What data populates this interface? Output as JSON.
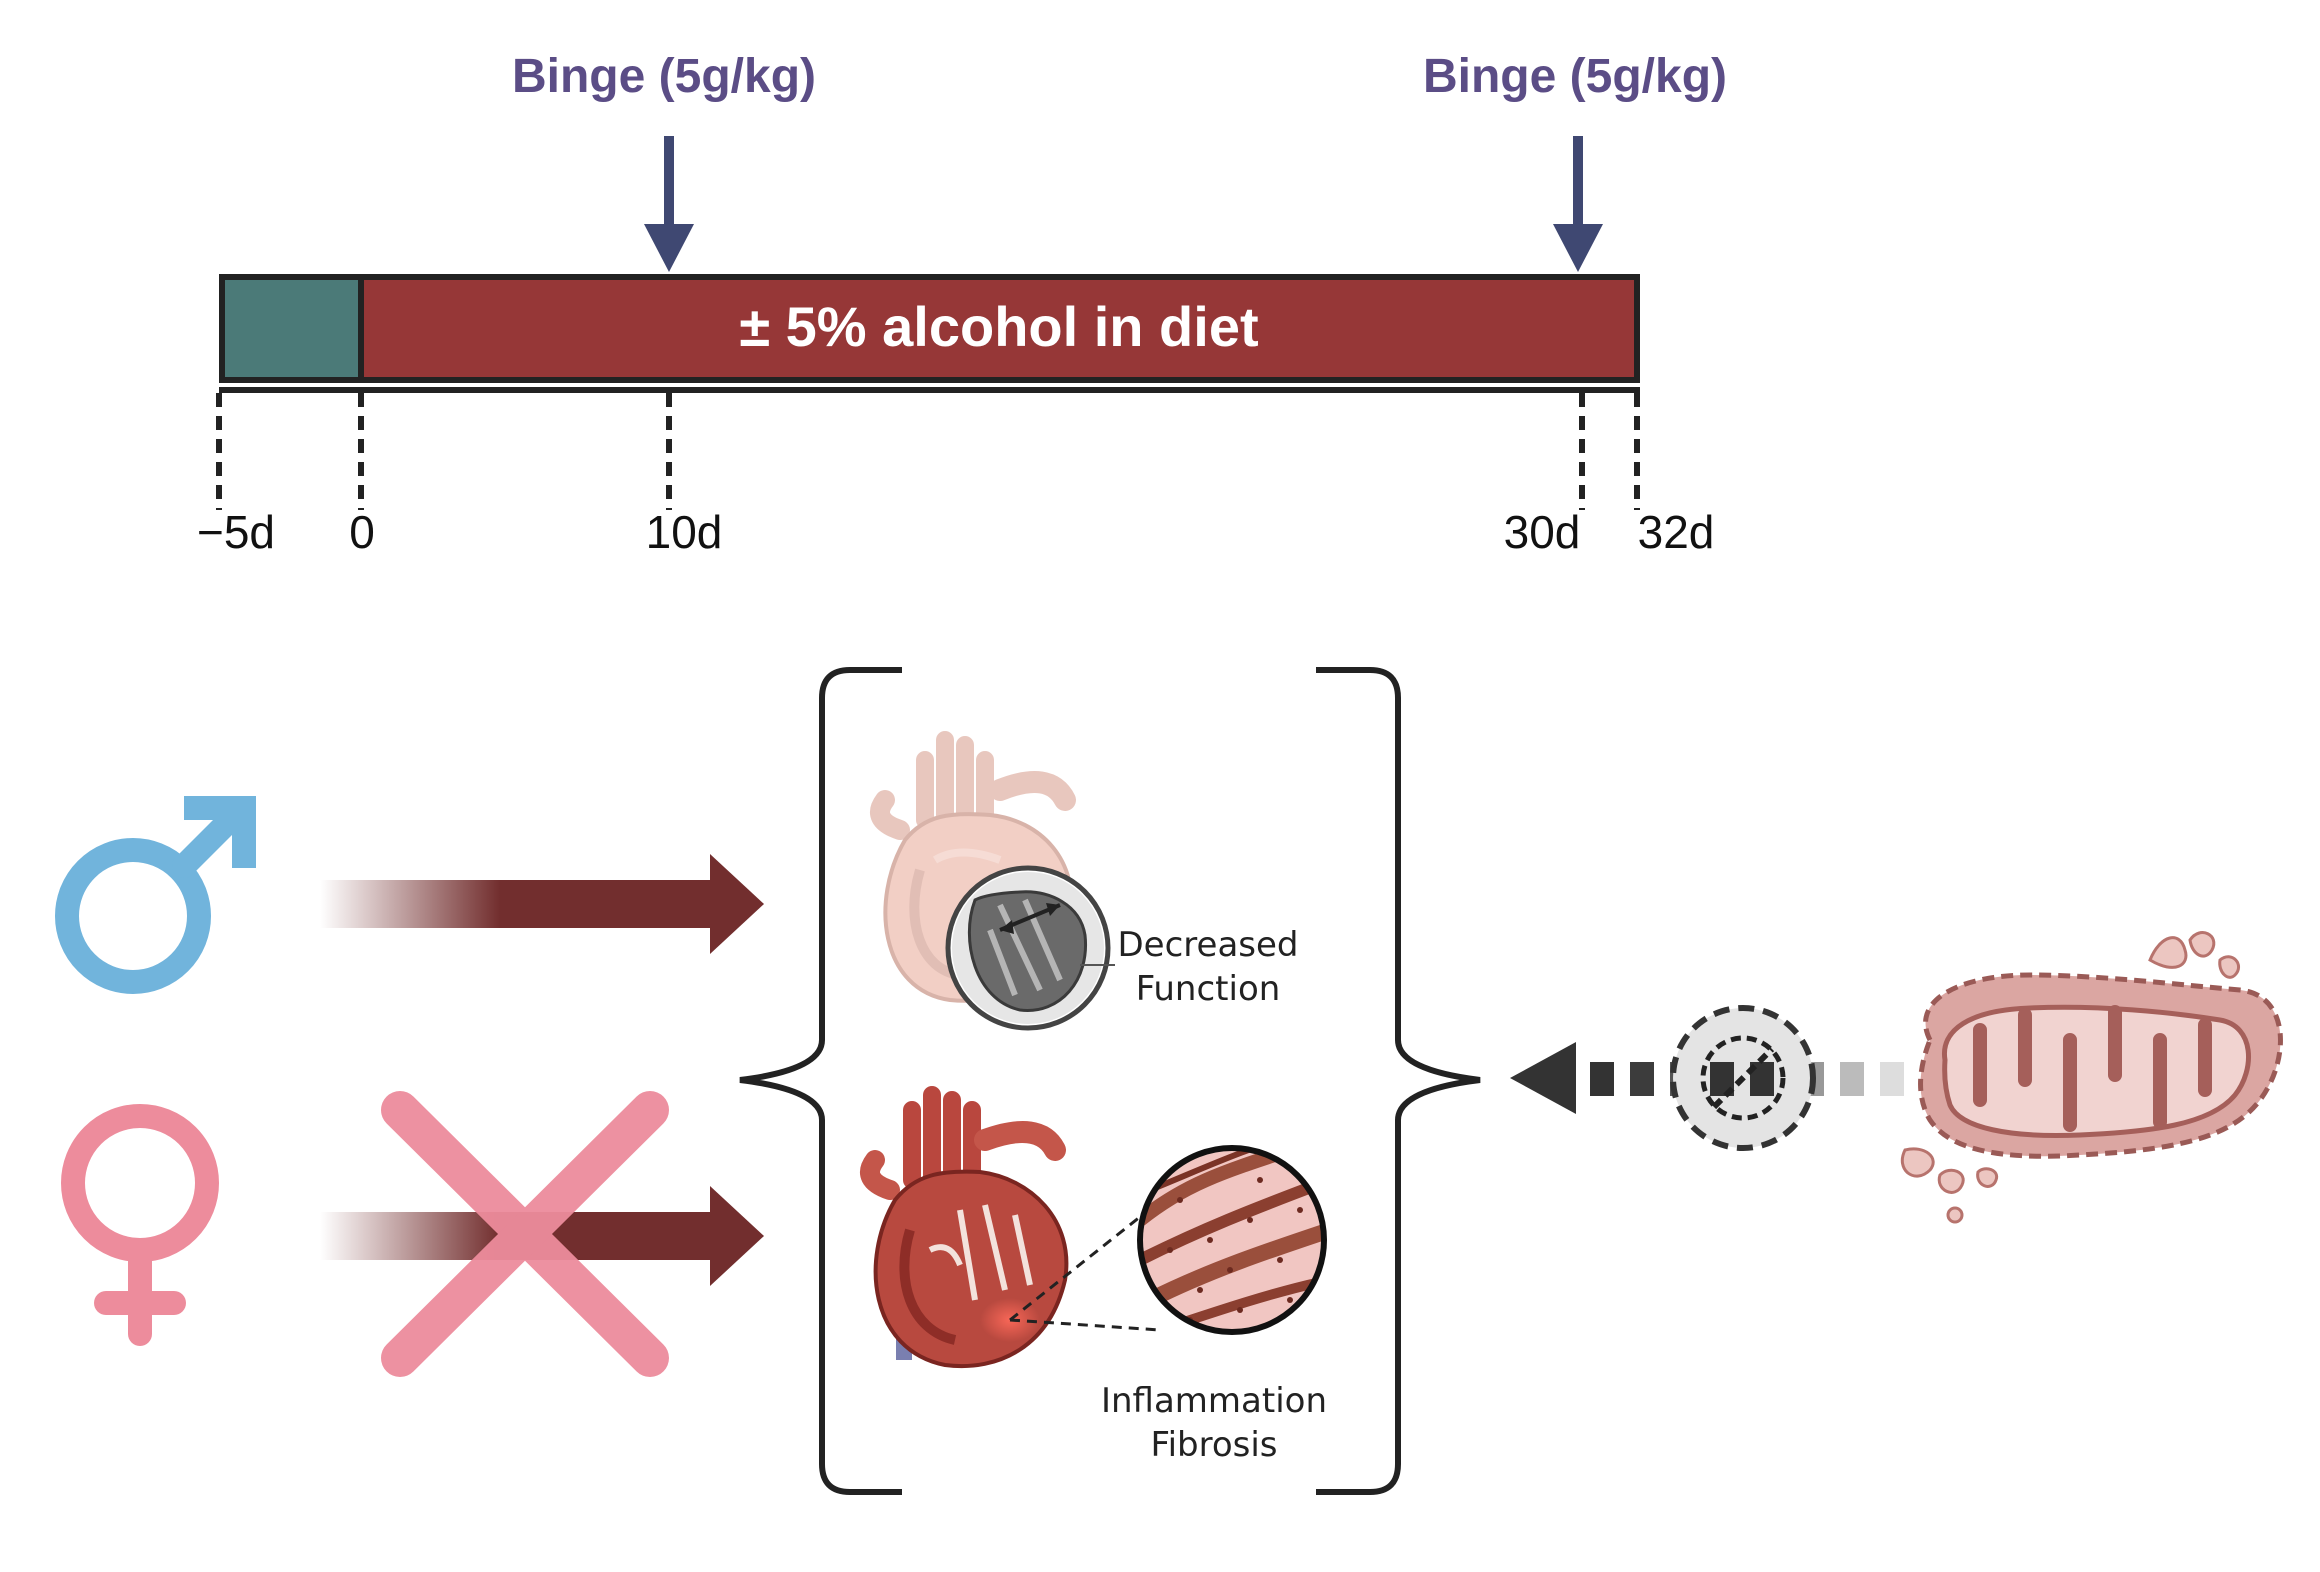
{
  "timeline": {
    "bar_label": "± 5% alcohol in diet",
    "binges": [
      {
        "label": "Binge (5g/kg)",
        "day": 10
      },
      {
        "label": "Binge (5g/kg)",
        "day": 30
      }
    ],
    "ticks": [
      {
        "label": "−5d",
        "day": -5
      },
      {
        "label": "0",
        "day": 0
      },
      {
        "label": "10d",
        "day": 10
      },
      {
        "label": "30d",
        "day": 30
      },
      {
        "label": "32d",
        "day": 32
      }
    ],
    "colors": {
      "acclimation": "#4b7a78",
      "alcohol_diet": "#963737",
      "binge_arrow": "#3f4872",
      "binge_text": "#5b4d86"
    }
  },
  "outcomes": {
    "heart_top_label": [
      "Decreased",
      "Function"
    ],
    "heart_bottom_label": [
      "Inflammation",
      "Fibrosis"
    ]
  },
  "sexes": {
    "male_symbol": "male-symbol-icon",
    "female_symbol": "female-symbol-icon",
    "male_color": "#71b4dc",
    "female_color": "#ed8c9c",
    "female_effect": "blocked"
  },
  "mitochondria": {
    "icon": "mitochondria-icon",
    "inhibition": "no-entry-icon"
  }
}
